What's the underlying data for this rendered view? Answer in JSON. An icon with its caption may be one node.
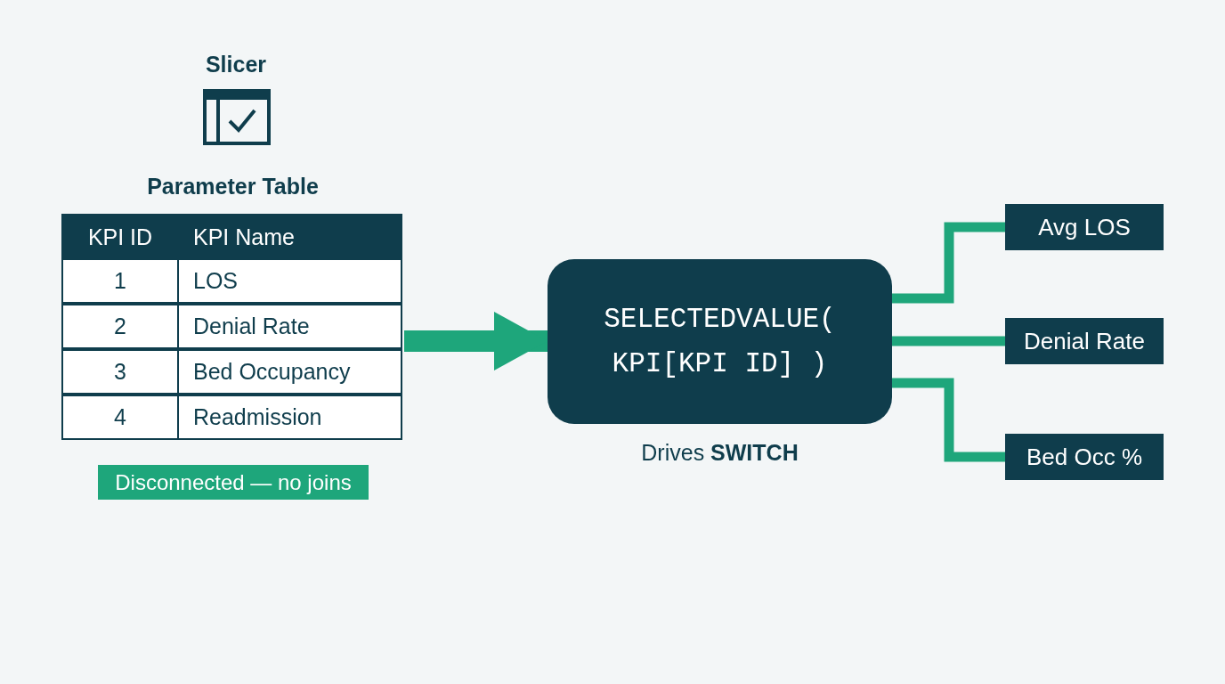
{
  "diagram": {
    "nodes": [
      {
        "text": [
          "Parameter Table"
        ]
      },
      {
        "text": [
          "SELECTEDVALUE( KPI[KPI ID] )"
        ],
        "beside": [
          "Drives **SWITCH**"
        ]
      },
      {
        "text": [
          "Avg LOS"
        ]
      },
      {
        "text": [
          "Denial Rate"
        ]
      },
      {
        "text": [
          "Bed Occ %"
        ]
      }
    ],
    "edges": [
      {
        "from": 0,
        "to": 1,
        "arrow": "to",
        "style": "thick"
      },
      {
        "from": 1,
        "to": 2,
        "arrow": "none"
      },
      {
        "from": 1,
        "to": 3,
        "arrow": "none"
      },
      {
        "from": 1,
        "to": 4,
        "arrow": "none"
      }
    ],
    "labels": [
      "Slicer",
      "KPI ID",
      "KPI Name",
      "1",
      "LOS",
      "2",
      "Denial Rate",
      "3",
      "Bed Occupancy",
      "4",
      "Readmission",
      "Disconnected — no joins"
    ]
  }
}
